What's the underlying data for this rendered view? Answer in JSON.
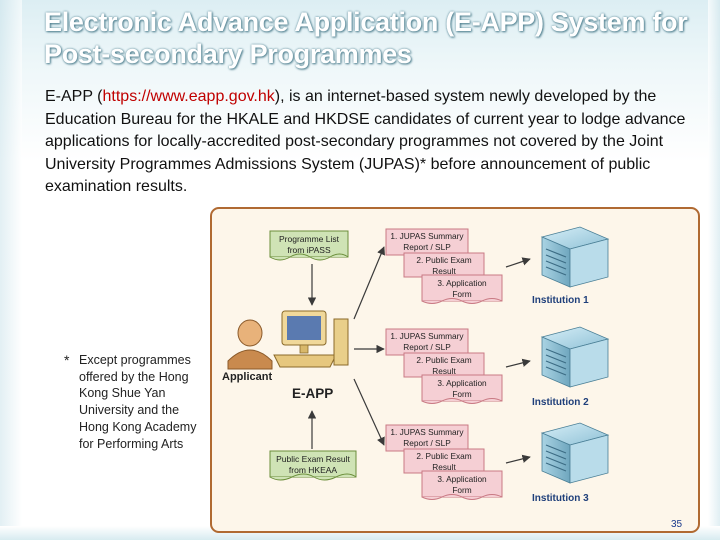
{
  "slide": {
    "title": "Electronic Advance Application (E-APP) System for Post-secondary Programmes",
    "body_prefix": "E-APP (",
    "body_url": "https://www.eapp.gov.hk",
    "body_suffix": "), is an internet-based system newly developed by the Education Bureau for the HKALE  and HKDSE candidates of current year to lodge advance applications for locally-accredited post-secondary programmes not covered by the Joint University Programmes Admissions System (JUPAS)* before announcement of public examination results.",
    "footnote_star": "*",
    "footnote_text": "Except programmes offered by the Hong Kong Shue Yan University and the Hong Kong Academy for Performing Arts",
    "page_number": "35"
  },
  "diagram": {
    "programme_list": [
      "Programme List",
      "from iPASS"
    ],
    "applicant_label": "Applicant",
    "eapp_label": "E-APP",
    "exam_result": [
      "Public Exam Result",
      "from HKEAA"
    ],
    "doc_labels": {
      "summary": [
        "1. JUPAS Summary",
        "Report / SLP"
      ],
      "result": [
        "2. Public Exam",
        "Result"
      ],
      "form": [
        "3. Application",
        "Form"
      ]
    },
    "institutions": [
      "Institution 1",
      "Institution 2",
      "Institution 3"
    ],
    "colors": {
      "doc_fill": "#f5cfd4",
      "doc_border": "#c97a84",
      "programme_fill": "#cfe3b5",
      "programme_border": "#6b8e3a",
      "institution_text": "#1f3f7a",
      "server": "#9cc8da",
      "frame_border": "#b06a32"
    }
  }
}
